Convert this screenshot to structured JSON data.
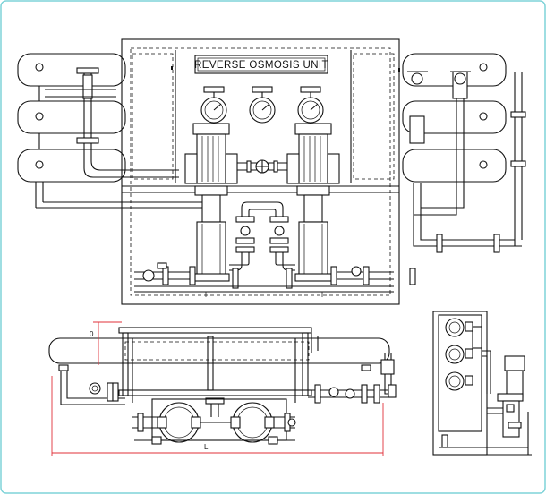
{
  "drawing": {
    "panel_title": "REVERSE OSMOSIS UNIT",
    "dimension_height_label": "0",
    "dimension_length_label": "L"
  },
  "colors": {
    "border": "#7fd3d8",
    "line": "#111111",
    "dimension": "#e0303a"
  }
}
